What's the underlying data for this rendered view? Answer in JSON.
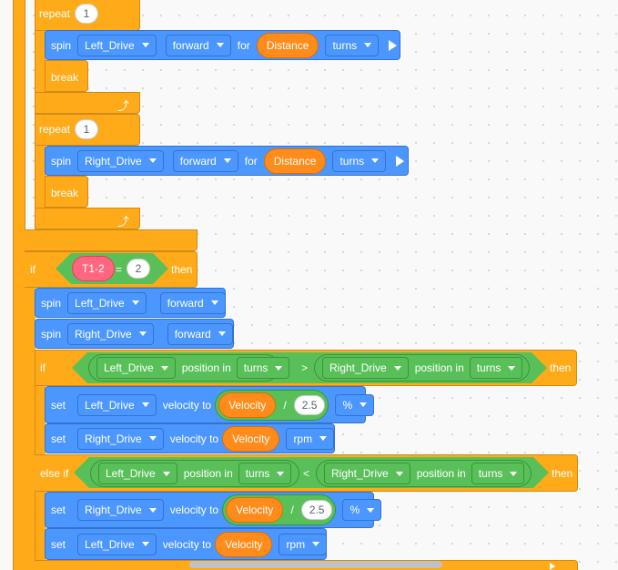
{
  "repeat_1": {
    "label": "repeat",
    "count": "1"
  },
  "spin_left_distance": {
    "cmd": "spin",
    "motor": "Left_Drive",
    "dir": "forward",
    "for": "for",
    "amount": "Distance",
    "unit": "turns"
  },
  "break_1": "break",
  "repeat_2": {
    "label": "repeat",
    "count": "1"
  },
  "spin_right_distance": {
    "cmd": "spin",
    "motor": "Right_Drive",
    "dir": "forward",
    "for": "for",
    "amount": "Distance",
    "unit": "turns"
  },
  "break_2": "break",
  "if_t12": {
    "label": "if",
    "var": "T1-2",
    "op": "=",
    "value": "2",
    "then": "then"
  },
  "spin_left": {
    "cmd": "spin",
    "motor": "Left_Drive",
    "dir": "forward"
  },
  "spin_right": {
    "cmd": "spin",
    "motor": "Right_Drive",
    "dir": "forward"
  },
  "if_position": {
    "label": "if",
    "left_motor": "Left_Drive",
    "pos_in": "position in",
    "left_unit": "turns",
    "op": ">",
    "right_motor": "Right_Drive",
    "right_unit": "turns",
    "then": "then"
  },
  "set_left_div": {
    "cmd": "set",
    "motor": "Left_Drive",
    "vel_to": "velocity to",
    "var": "Velocity",
    "op": "/",
    "value": "2.5",
    "unit": "%"
  },
  "set_right_rpm": {
    "cmd": "set",
    "motor": "Right_Drive",
    "vel_to": "velocity to",
    "var": "Velocity",
    "unit": "rpm"
  },
  "elseif_position": {
    "label": "else if",
    "left_motor": "Left_Drive",
    "pos_in": "position in",
    "left_unit": "turns",
    "op": "<",
    "right_motor": "Right_Drive",
    "right_unit": "turns",
    "then": "then"
  },
  "set_right_div": {
    "cmd": "set",
    "motor": "Right_Drive",
    "vel_to": "velocity to",
    "var": "Velocity",
    "op": "/",
    "value": "2.5",
    "unit": "%"
  },
  "set_left_rpm": {
    "cmd": "set",
    "motor": "Left_Drive",
    "vel_to": "velocity to",
    "var": "Velocity",
    "unit": "rpm"
  },
  "icons": {
    "loop": "loop-arrow-icon",
    "run": "play-icon",
    "dropdown": "caret-down-icon"
  },
  "colors": {
    "control": "#ffab19",
    "motion": "#4c97ff",
    "operator": "#59c059",
    "variable": "#ff8c1a",
    "list": "#ff6680"
  }
}
